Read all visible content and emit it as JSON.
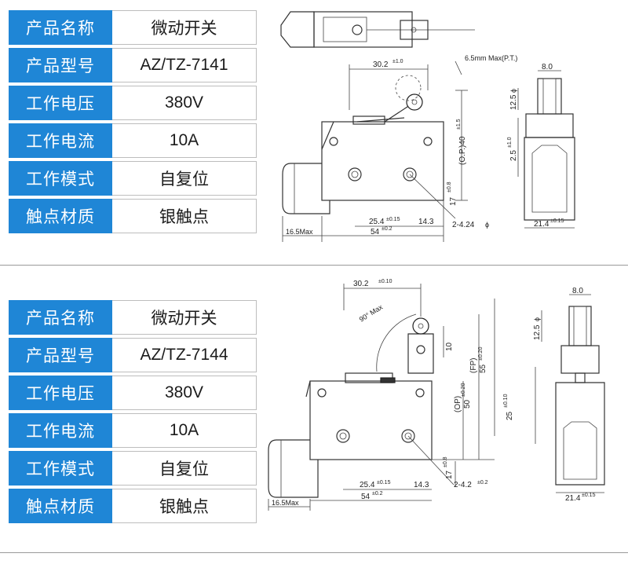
{
  "colors": {
    "label_bg": "#1f86d6",
    "label_text": "#ffffff",
    "value_text": "#1b1b1b",
    "line": "#333333"
  },
  "panels": [
    {
      "specs": [
        {
          "label": "产品名称",
          "value": "微动开关"
        },
        {
          "label": "产品型号",
          "value": "AZ/TZ-7141"
        },
        {
          "label": "工作电压",
          "value": "380V"
        },
        {
          "label": "工作电流",
          "value": "10A"
        },
        {
          "label": "工作模式",
          "value": "自复位"
        },
        {
          "label": "触点材质",
          "value": "银触点"
        }
      ],
      "drawing": {
        "dim_top_width": "30.2",
        "dim_top_width_tol": "±1.0",
        "pretravel": "6.5mm Max(P.T.)",
        "dim_op": "(O.P.)40",
        "dim_op_tol": "±1.5",
        "dim_17": "17",
        "dim_17_tol": "±0.8",
        "dim_hole_spacing": "25.4",
        "dim_hole_spacing_tol": "±0.15",
        "dim_14_3": "14.3",
        "dim_holes": "2-4.24",
        "dim_holes_sym": "ϕ",
        "dim_body_length": "54",
        "dim_body_length_tol": "±0.2",
        "dim_plunger": "16.5Max",
        "dim_roller_width": "8.0",
        "dim_roller_dia": "12.5",
        "dim_roller_dia_sym": "ϕ",
        "dim_side_25": "2.5",
        "dim_side_25_tol": "±1.0",
        "dim_side_width": "21.4",
        "dim_side_width_tol": "±0.15"
      }
    },
    {
      "specs": [
        {
          "label": "产品名称",
          "value": "微动开关"
        },
        {
          "label": "产品型号",
          "value": "AZ/TZ-7144"
        },
        {
          "label": "工作电压",
          "value": "380V"
        },
        {
          "label": "工作电流",
          "value": "10A"
        },
        {
          "label": "工作模式",
          "value": "自复位"
        },
        {
          "label": "触点材质",
          "value": "银触点"
        }
      ],
      "drawing": {
        "dim_top_width": "30.2",
        "dim_top_width_tol": "±0.10",
        "angle": "90° Max",
        "dim_10": "10",
        "dim_op": "(OP)",
        "dim_op_val": "50",
        "dim_op_tol": "±0.20",
        "dim_fp": "(FP)",
        "dim_fp_val": "55",
        "dim_fp_tol": "±0.20",
        "dim_25": "25",
        "dim_25_tol": "±0.10",
        "dim_17": "17",
        "dim_17_tol": "±0.8",
        "dim_hole_spacing": "25.4",
        "dim_hole_spacing_tol": "±0.15",
        "dim_14_3": "14.3",
        "dim_holes": "2-4.2",
        "dim_holes_tol": "±0.2",
        "dim_body_length": "54",
        "dim_body_length_tol": "±0.2",
        "dim_plunger": "16.5Max",
        "dim_roller_width": "8.0",
        "dim_roller_dia": "12.5",
        "dim_roller_dia_sym": "ϕ",
        "dim_side_width": "21.4",
        "dim_side_width_tol": "±0.15"
      }
    }
  ]
}
